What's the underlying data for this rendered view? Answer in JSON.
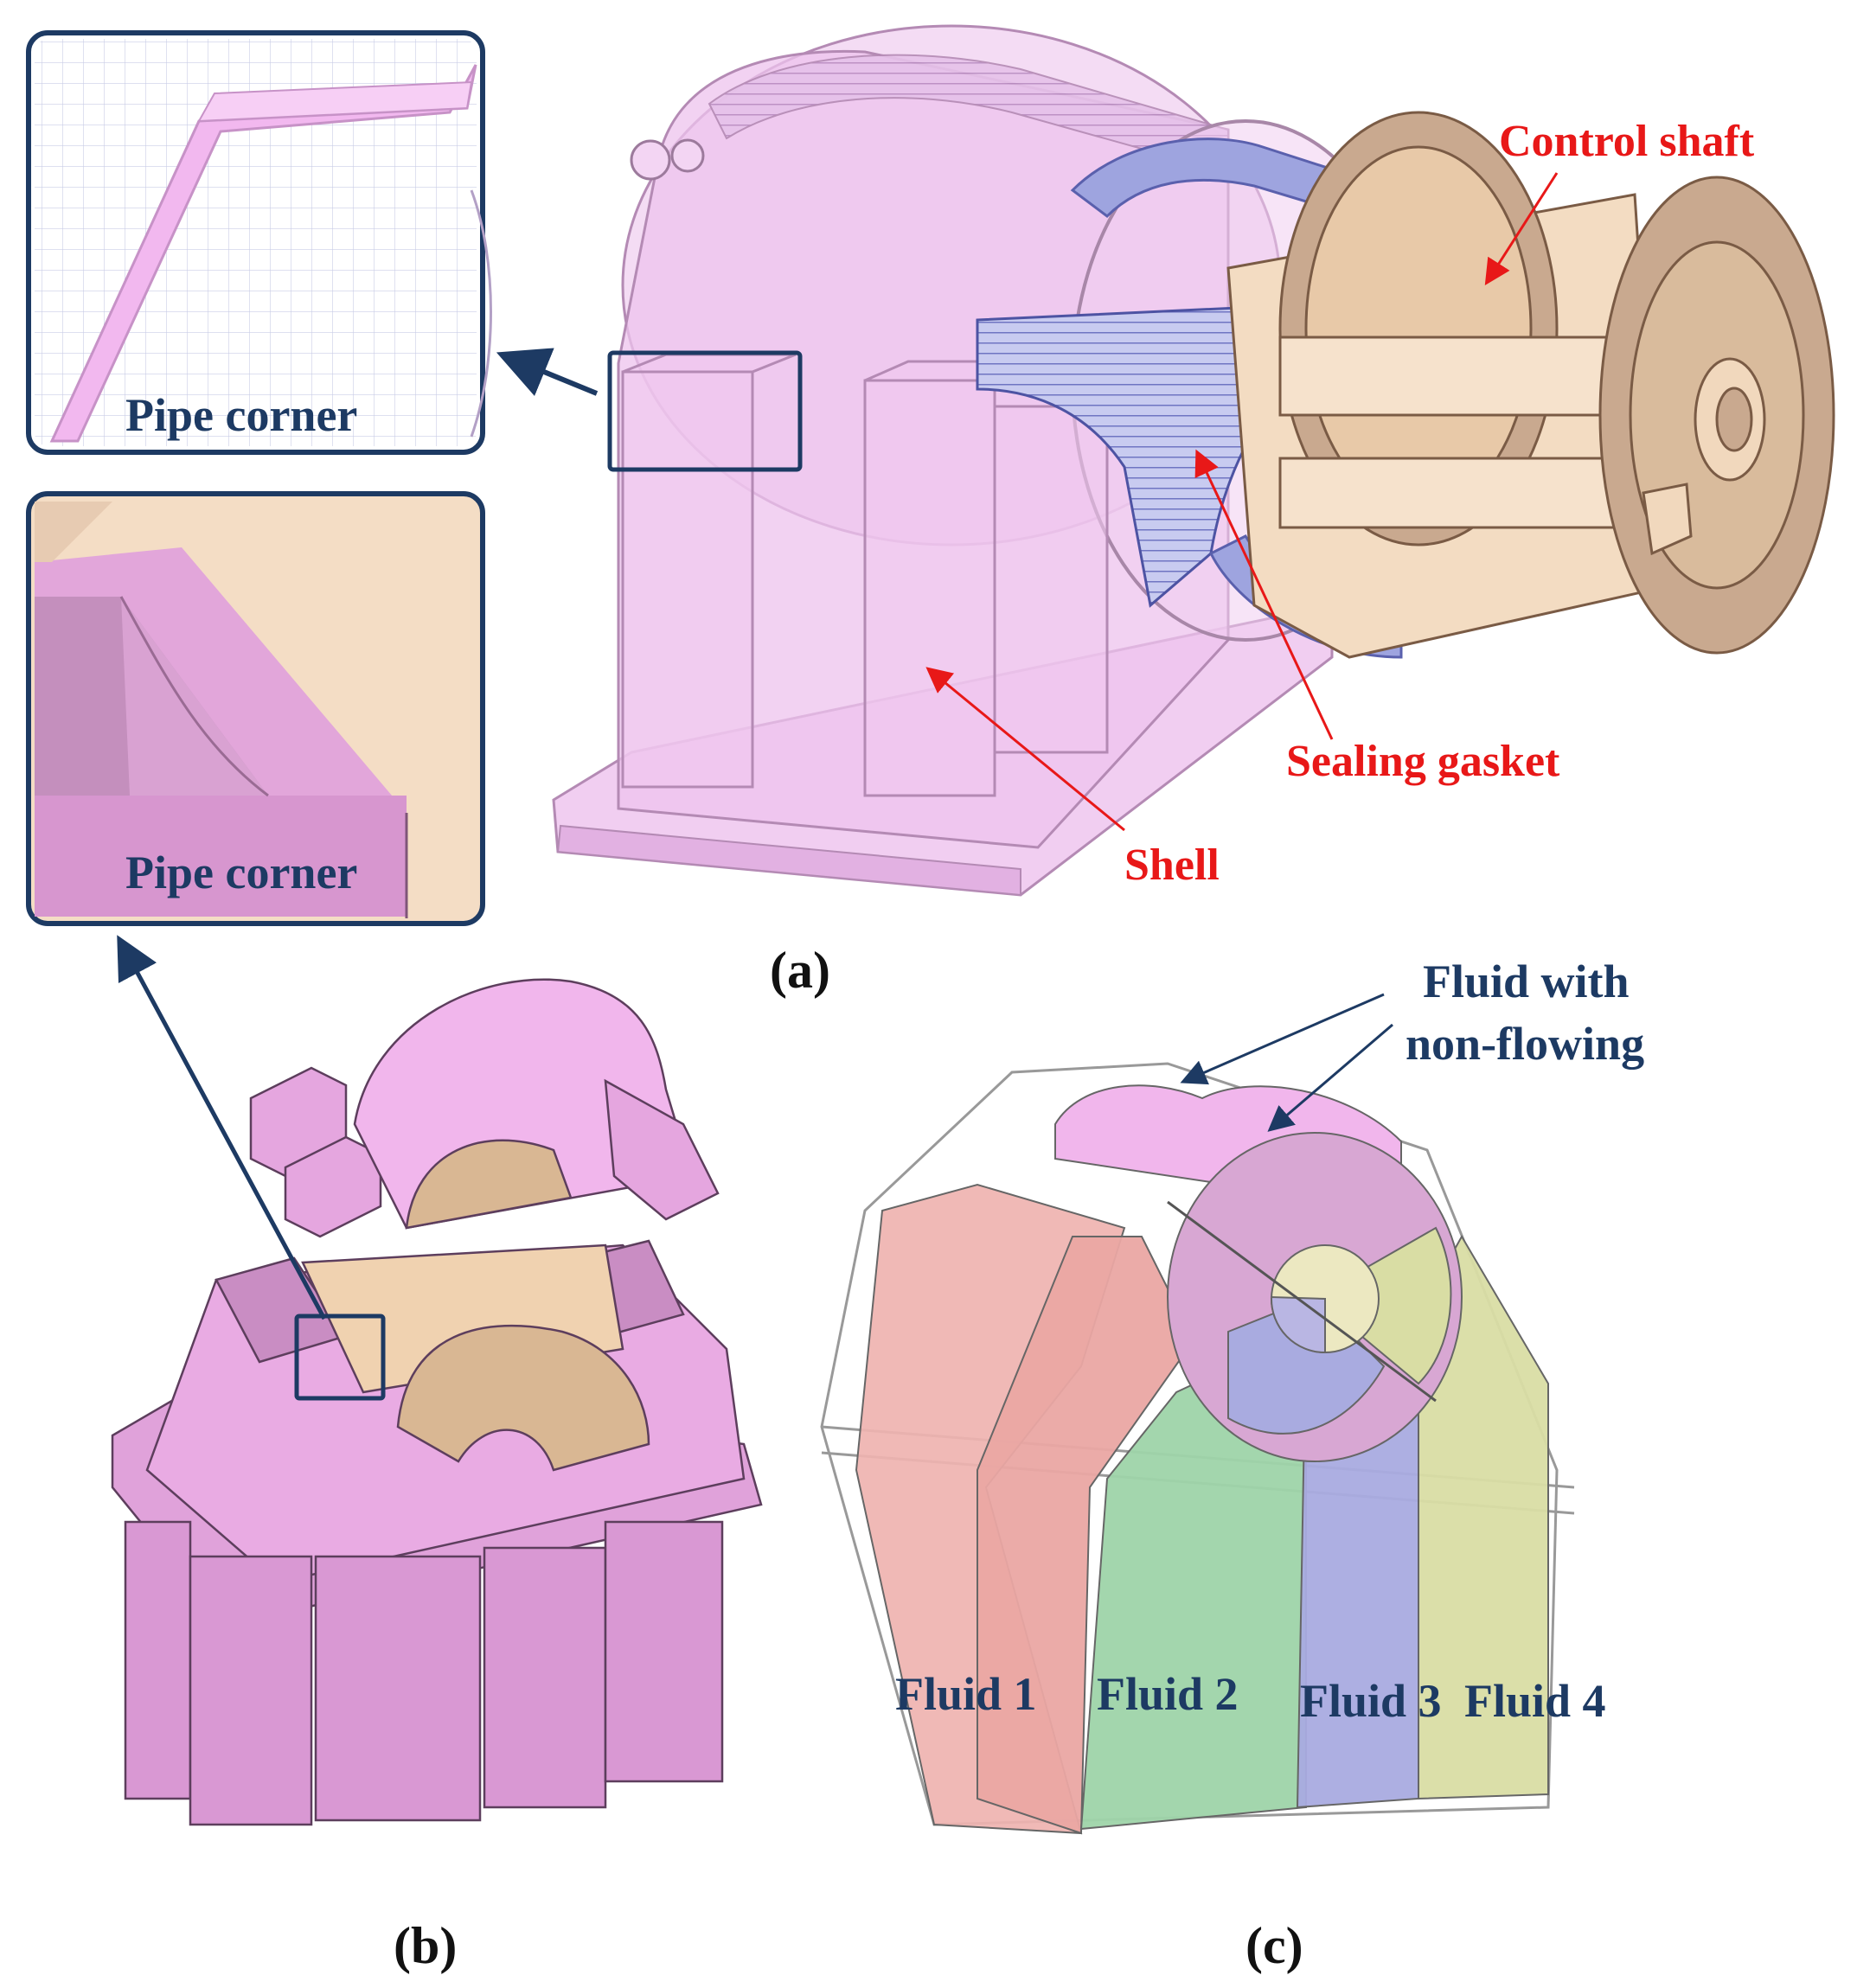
{
  "panels": {
    "a": "(a)",
    "b": "(b)",
    "c": "(c)"
  },
  "labels": {
    "control_shaft": "Control shaft",
    "sealing_gasket": "Sealing gasket",
    "shell": "Shell",
    "pipe_corner_top": "Pipe corner",
    "pipe_corner_bottom": "Pipe corner",
    "fluid_non_flowing_line1": "Fluid with",
    "fluid_non_flowing_line2": "non-flowing",
    "fluid1": "Fluid 1",
    "fluid2": "Fluid 2",
    "fluid3": "Fluid 3",
    "fluid4": "Fluid 4"
  },
  "colors": {
    "shell": "#e8b9e6",
    "shell_edge": "#b48ab4",
    "gasket": "#9ea4df",
    "shaft": "#f2d9bd",
    "shaft_dark": "#c9a98f",
    "navy": "#1d3a63",
    "red": "#e81818",
    "fluid1": "#efb3b0",
    "fluid2": "#9ed4a9",
    "fluid3": "#a9abe0",
    "fluid4": "#d9dda4"
  }
}
